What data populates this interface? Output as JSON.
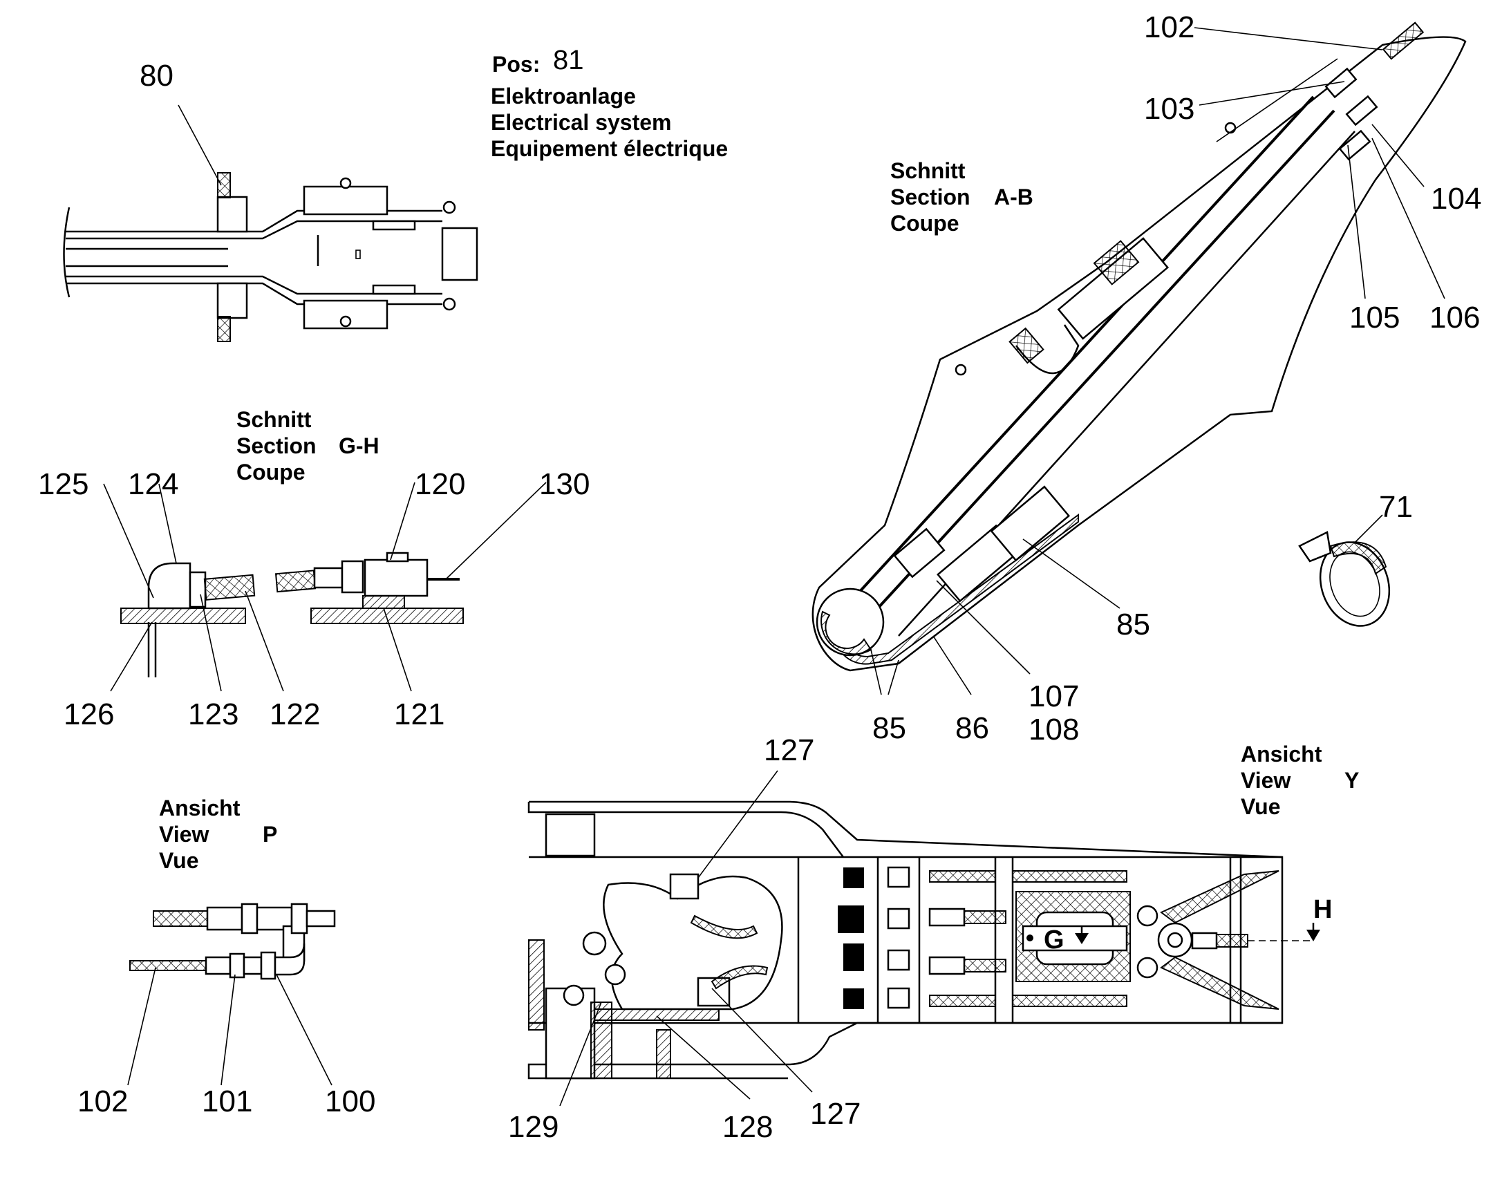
{
  "header": {
    "pos_label": "Pos:",
    "pos_number": "81",
    "title_de": "Elektroanlage",
    "title_en": "Electrical system",
    "title_fr": "Equipement électrique"
  },
  "views": {
    "section_ab": {
      "de": "Schnitt",
      "en": "Section",
      "fr": "Coupe",
      "id": "A-B"
    },
    "section_gh": {
      "de": "Schnitt",
      "en": "Section",
      "fr": "Coupe",
      "id": "G-H"
    },
    "view_p": {
      "de": "Ansicht",
      "en": "View",
      "fr": "Vue",
      "id": "P"
    },
    "view_y": {
      "de": "Ansicht",
      "en": "View",
      "fr": "Vue",
      "id": "Y"
    }
  },
  "section_markers": {
    "g": "G",
    "h": "H"
  },
  "callouts": {
    "c80": "80",
    "c102a": "102",
    "c103": "103",
    "c104": "104",
    "c105": "105",
    "c106": "106",
    "c85a": "85",
    "c85b": "85",
    "c86": "86",
    "c107": "107",
    "c108": "108",
    "c71": "71",
    "c125": "125",
    "c124": "124",
    "c120": "120",
    "c130": "130",
    "c126": "126",
    "c123": "123",
    "c122": "122",
    "c121": "121",
    "c127a": "127",
    "c127b": "127",
    "c128": "128",
    "c129": "129",
    "c102b": "102",
    "c101": "101",
    "c100": "100"
  }
}
